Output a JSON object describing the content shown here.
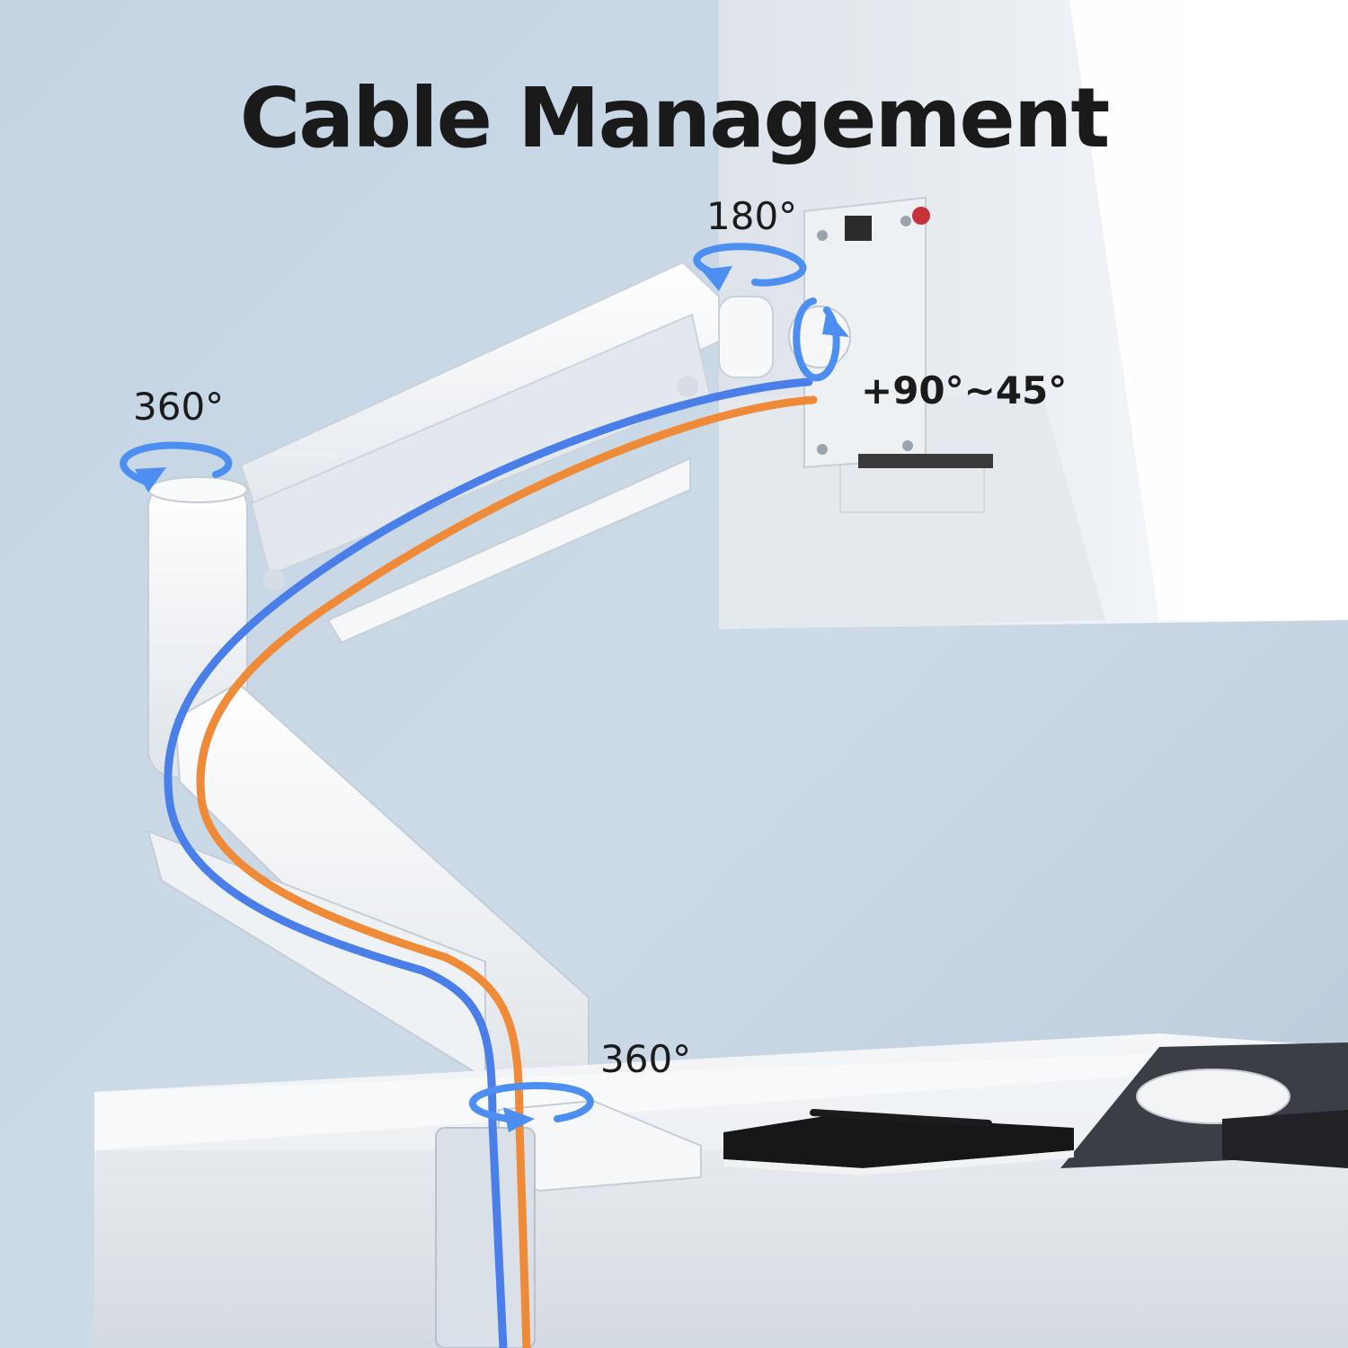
{
  "title": "Cable Management",
  "rotation_labels": {
    "monitor_swivel": "180°",
    "tilt": "+90°~45°",
    "arm_joint": "360°",
    "base": "360°"
  },
  "colors": {
    "background": "#c9d8e6",
    "arm": "#f2f4f6",
    "cable_blue": "#4a7ee8",
    "cable_orange": "#ee8a38",
    "arrow_blue": "#4d8ff0",
    "desk": "#eef0f2"
  }
}
